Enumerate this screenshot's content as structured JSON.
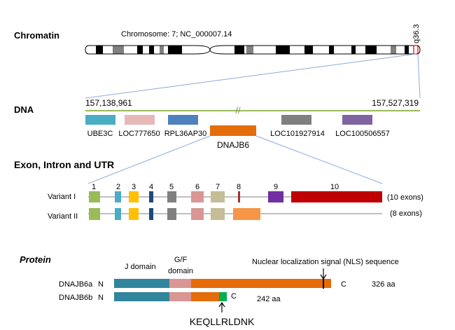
{
  "sections": {
    "chromatin": "Chromatin",
    "dna": "DNA",
    "exon": "Exon, Intron and UTR",
    "protein": "Protein"
  },
  "chromosome": {
    "label": "Chromosome: 7; NC_000007.14",
    "band": "q36.3"
  },
  "dna": {
    "start": "157,138,961",
    "end": "157,527,319",
    "break_mark": "//",
    "genes": [
      {
        "name": "UBE3C",
        "color": "#4bacc6"
      },
      {
        "name": "LOC777650",
        "color": "#e6b9b8"
      },
      {
        "name": "RPL36AP30",
        "color": "#4f81bd"
      },
      {
        "name": "DNAJB6",
        "color": "#e46c0a"
      },
      {
        "name": "LOC101927914",
        "color": "#808080"
      },
      {
        "name": "LOC100506557",
        "color": "#8064a2"
      }
    ]
  },
  "exons": {
    "numbers": [
      "1",
      "2",
      "3",
      "4",
      "5",
      "6",
      "7",
      "8",
      "9",
      "10"
    ],
    "variant1": {
      "label": "Variant I",
      "count": "(10 exons)"
    },
    "variant2": {
      "label": "Variant II",
      "count": "(8 exons)"
    }
  },
  "protein": {
    "j_domain": "J domain",
    "gf_domain_line1": "G/F",
    "gf_domain_line2": "domain",
    "nls": "Nuclear localization signal (NLS) sequence",
    "isoform_a": {
      "name": "DNAJB6a",
      "n": "N",
      "c": "C",
      "length": "326 aa"
    },
    "isoform_b": {
      "name": "DNAJB6b",
      "n": "N",
      "c": "C",
      "length": "242 aa"
    },
    "tail_sequence": "KEQLLRLDNK"
  },
  "colors": {
    "j_domain": "#31859c",
    "gf_domain": "#d99694",
    "c_terminal": "#e46c0a",
    "tail": "#00b050",
    "exon1": "#9bbb59",
    "exon10": "#c00000"
  }
}
